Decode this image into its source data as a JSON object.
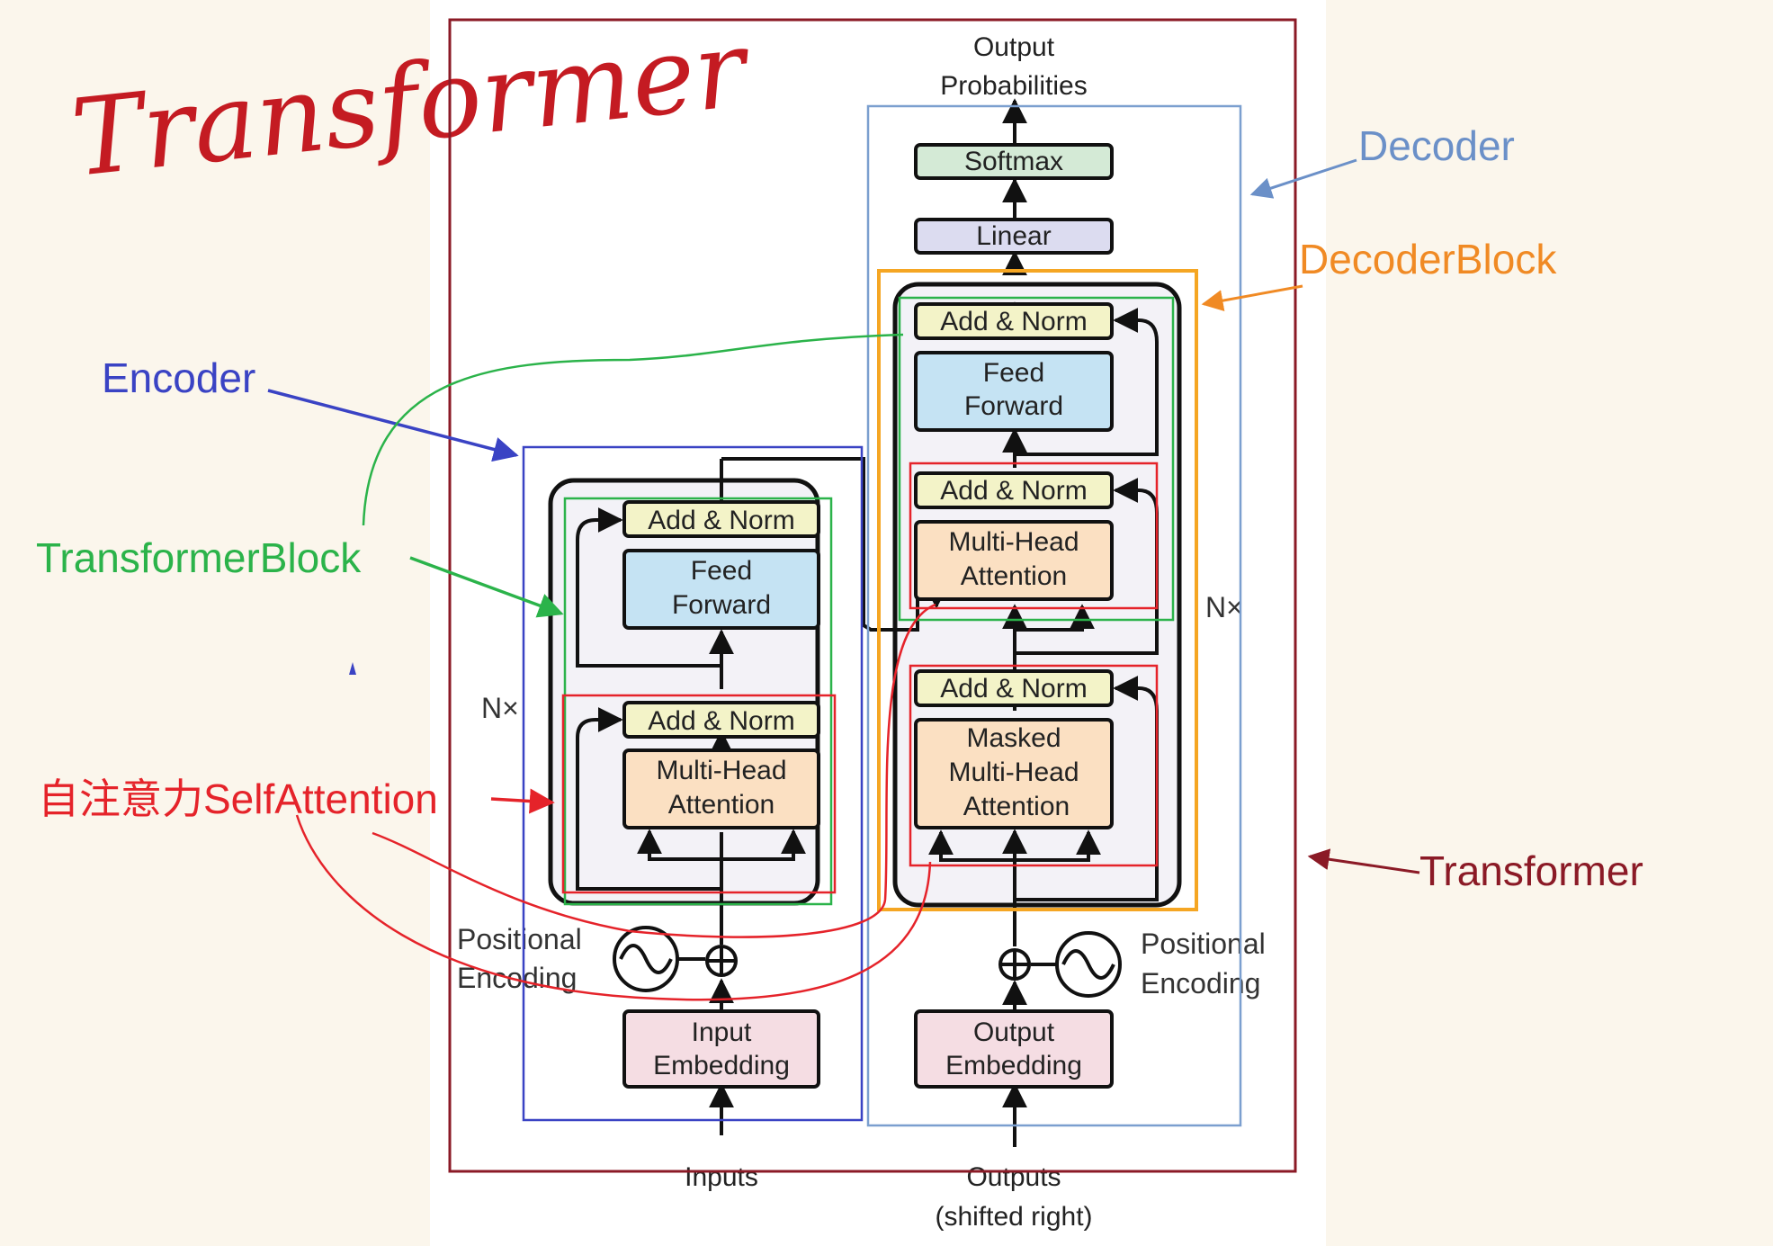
{
  "handwritten_title": "Transformer",
  "annotations": {
    "decoder": "Decoder",
    "decoder_block": "DecoderBlock",
    "encoder": "Encoder",
    "transformer_block": "TransformerBlock",
    "self_attention": "自注意力SelfAttention",
    "transformer": "Transformer"
  },
  "diagram": {
    "output_probabilities": [
      "Output",
      "Probabilities"
    ],
    "softmax": "Softmax",
    "linear": "Linear",
    "add_norm": "Add & Norm",
    "feed_forward": [
      "Feed",
      "Forward"
    ],
    "multi_head_attention": [
      "Multi-Head",
      "Attention"
    ],
    "masked_multi_head_attention": [
      "Masked",
      "Multi-Head",
      "Attention"
    ],
    "nx": "N×",
    "positional_encoding": [
      "Positional",
      "Encoding"
    ],
    "input_embedding": [
      "Input",
      "Embedding"
    ],
    "output_embedding": [
      "Output",
      "Embedding"
    ],
    "inputs": "Inputs",
    "outputs": [
      "Outputs",
      "(shifted right)"
    ]
  },
  "colors": {
    "transformer_frame": "#8b1a26",
    "decoder_frame": "#7b9fcf",
    "decoder_block_frame": "#f5a623",
    "encoder_frame": "#3a43c4",
    "transformer_block_frame": "#2bb34a",
    "self_attention_frame": "#e5232a",
    "add_norm_fill": "#f3f3c8",
    "feed_forward_fill": "#c5e3f3",
    "attention_fill": "#fbe0c2",
    "embedding_fill": "#f5dde3",
    "softmax_fill": "#d4ead6",
    "linear_fill": "#dcdcf0"
  }
}
